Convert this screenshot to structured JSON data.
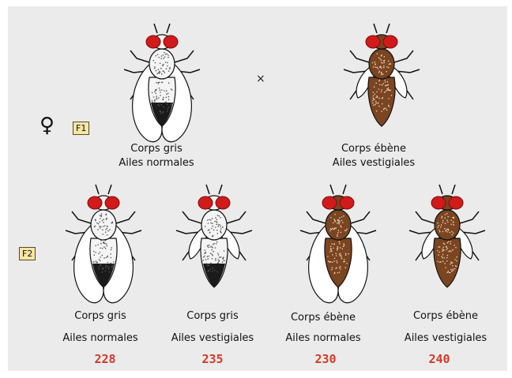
{
  "symbols": {
    "cross": "×",
    "female": "♀",
    "f1_tag": "F1",
    "f2_tag": "F2"
  },
  "flies": [
    {
      "id": "p-gray-normal",
      "body": "gray",
      "wings": "normal",
      "line1": "Corps gris",
      "line2": "Ailes normales",
      "count": ""
    },
    {
      "id": "p-ebony-vestigial",
      "body": "ebony",
      "wings": "vestigial",
      "line1": "Corps ébène",
      "line2": "Ailes vestigiales",
      "count": ""
    },
    {
      "id": "f2-gray-normal",
      "body": "gray",
      "wings": "normal",
      "line1": "Corps gris",
      "line2": "Ailes normales",
      "count": "228"
    },
    {
      "id": "f2-gray-vestigial",
      "body": "gray",
      "wings": "vestigial",
      "line1": "Corps gris",
      "line2": "Ailes vestigiales",
      "count": "235"
    },
    {
      "id": "f2-ebony-normal",
      "body": "ebony",
      "wings": "normal",
      "line1": "Corps ébène",
      "line2": "Ailes normales",
      "count": "230"
    },
    {
      "id": "f2-ebony-vestigial",
      "body": "ebony",
      "wings": "vestigial",
      "line1": "Corps ébène",
      "line2": "Ailes vestigiales",
      "count": "240"
    }
  ],
  "colors": {
    "eye": "#d11a1a",
    "ebony": "#7a4520",
    "gray": "#f4f4f4",
    "count": "#d23a2a",
    "tag_bg": "#f6e6a6"
  }
}
